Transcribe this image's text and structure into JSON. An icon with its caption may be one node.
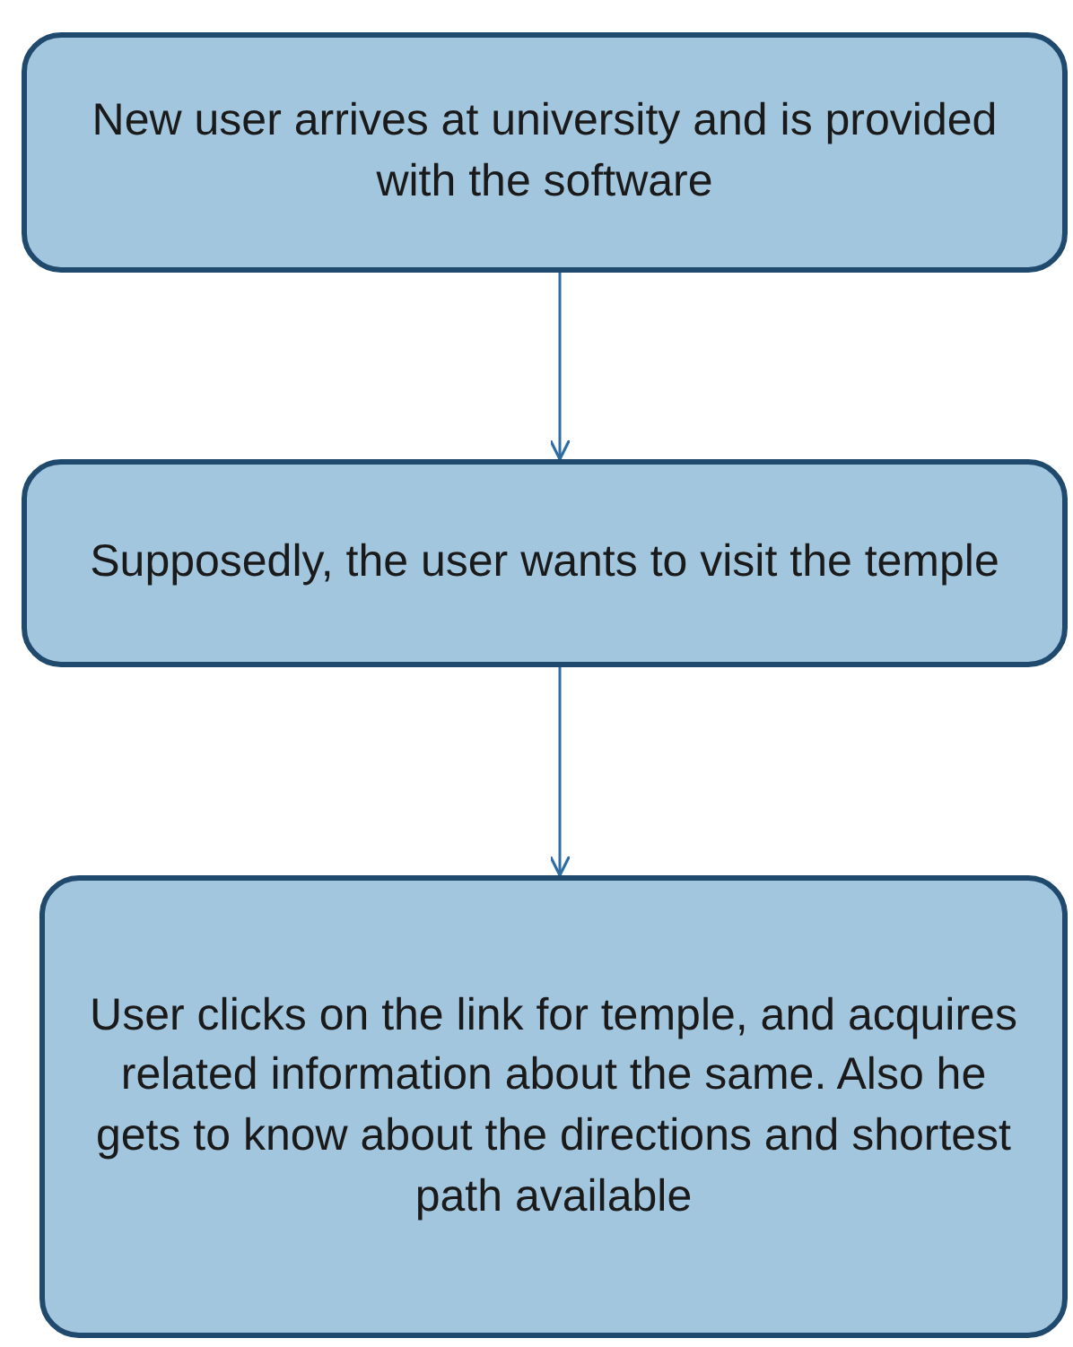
{
  "diagram": {
    "nodes": [
      {
        "text": [
          "New user arrives at university and is provided with the software"
        ]
      },
      {
        "text": [
          "Supposedly, the user wants to visit the temple"
        ]
      },
      {
        "text": [
          "User clicks on the link for temple, and acquires related information about the same. Also he gets to know about the directions and shortest path available"
        ]
      }
    ],
    "edges": [
      {
        "from": 0,
        "to": 1,
        "arrow": "to"
      },
      {
        "from": 1,
        "to": 2,
        "arrow": "to"
      }
    ]
  }
}
